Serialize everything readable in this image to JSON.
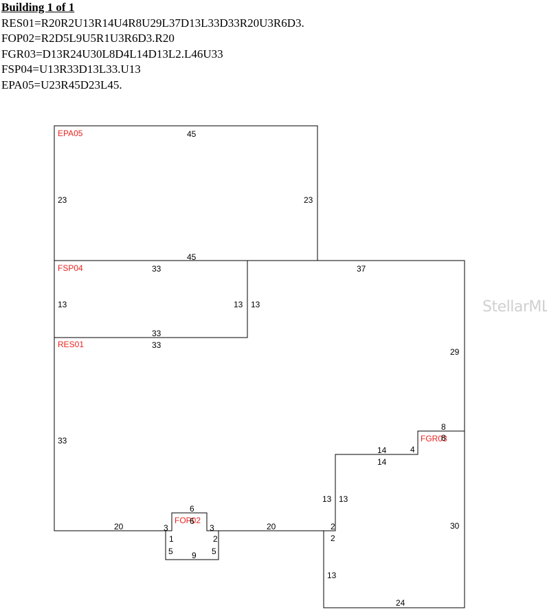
{
  "header": {
    "heading": "Building 1 of 1",
    "lines": [
      "RES01=R20R2U13R14U4R8U29L37D13L33D33R20U3R6D3.",
      "FOP02=R2D5L9U5R1U3R6D3.R20",
      "FGR03=D13R24U30L8D4L14D13L2.L46U33",
      "FSP04=U13R33D13L33.U13",
      "EPA05=U23R45D23L45."
    ]
  },
  "colors": {
    "line": "#000000",
    "area_label": "#e8231f",
    "watermark": "#d0d0d0"
  },
  "watermark": "StellarMLS",
  "areas": {
    "epa05": "EPA05",
    "fsp04": "FSP04",
    "res01": "RES01",
    "fop02": "FOP02",
    "fgr03": "FGR03"
  },
  "dims": {
    "epa_top": "45",
    "epa_left": "23",
    "epa_right": "23",
    "epa_bottom": "45",
    "fsp_top": "33",
    "fsp_left": "13",
    "fsp_right": "13",
    "fsp_bottom": "33",
    "res_fsp_right": "13",
    "res_fsp_bottom": "33",
    "res_top": "37",
    "res_right": "29",
    "res_left": "33",
    "res_bottom_left": "20",
    "res_bottom_right": "20",
    "res_step_left": "13",
    "res_step_top": "14",
    "res_step_small": "4",
    "res_notch_top": "8",
    "fgr_top": "8",
    "fgr_step_top": "14",
    "fgr_step_left": "13",
    "fgr_right": "30",
    "fgr_bottom": "24",
    "fgr_left": "13",
    "fgr_notch_top": "2",
    "fgr_notch_bottom": "2",
    "fop_top": "6",
    "fop_top_inner": "6",
    "fop_left_small": "3",
    "fop_right_small": "3",
    "fop_left_1": "1",
    "fop_right_2": "2",
    "fop_left_5": "5",
    "fop_right_5": "5",
    "fop_bottom": "9"
  }
}
